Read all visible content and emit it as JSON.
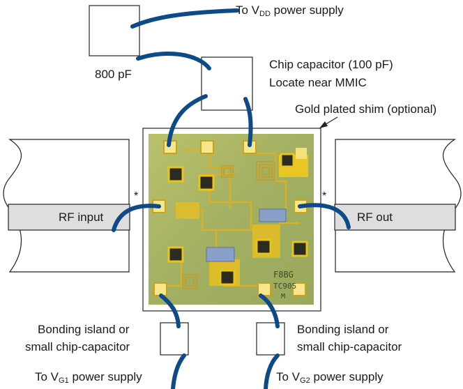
{
  "labels": {
    "vdd_prefix": "To V",
    "vdd_sub": "DD",
    "vdd_suffix": " power supply",
    "cap_800": "800 pF",
    "chip_cap_line1": "Chip capacitor (100 pF)",
    "chip_cap_line2": "Locate near MMIC",
    "gold_shim": "Gold plated shim (optional)",
    "rf_input": "RF input",
    "rf_out": "RF out",
    "asterisk_left": "*",
    "asterisk_right": "*",
    "island_left_line1": "Bonding island or",
    "island_left_line2": "small chip-capacitor",
    "island_right_line1": "Bonding island or",
    "island_right_line2": "small chip-capacitor",
    "vg1_prefix": "To V",
    "vg1_sub": "G1",
    "vg1_suffix": " power supply",
    "vg2_prefix": "To V",
    "vg2_sub": "G2",
    "vg2_suffix": " power supply",
    "chip_mark_1": "F8BG",
    "chip_mark_2": "TC905",
    "chip_mark_3": "M"
  },
  "colors": {
    "bond_wire": "#0d4a87",
    "chip_green": "#a6b25a",
    "gold_pad": "#e8c51c",
    "dark_pad": "#2b2b22",
    "line_gray": "#d9d9d9"
  }
}
